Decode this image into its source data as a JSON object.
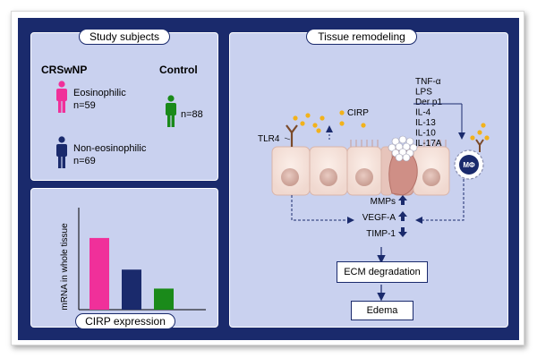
{
  "study_subjects": {
    "title": "Study subjects",
    "group_label": "CRSwNP",
    "control_label": "Control",
    "eosinophilic": {
      "label": "Eosinophilic",
      "n": "n=59",
      "color": "#f0309a"
    },
    "non_eosinophilic": {
      "label": "Non-eosinophilic",
      "n": "n=69",
      "color": "#1a2a6c"
    },
    "control": {
      "n": "n=88",
      "color": "#1a8a1a"
    }
  },
  "cirp_expression": {
    "title": "CIRP expression",
    "ylabel": "mRNA in whole tissue"
  },
  "tissue_remodeling": {
    "title": "Tissue remodeling",
    "cirp_label": "CIRP",
    "tlr4_label": "TLR4",
    "macrophage_label": "MΦ",
    "stimuli": [
      "TNF-α",
      "LPS",
      "Der p1",
      "IL-4",
      "IL-13",
      "IL-10",
      "IL-17A"
    ],
    "markers": [
      {
        "label": "MMPs",
        "direction": "up"
      },
      {
        "label": "VEGF-A",
        "direction": "up"
      },
      {
        "label": "TIMP-1",
        "direction": "down"
      }
    ],
    "ecm_label": "ECM degradation",
    "edema_label": "Edema"
  },
  "chart_data": {
    "type": "bar",
    "categories": [
      "",
      "",
      ""
    ],
    "ylabel": "mRNA in whole tissue",
    "values": [
      3.4,
      1.9,
      1.0
    ],
    "colors": [
      "#f0309a",
      "#1a2a6c",
      "#1a8a1a"
    ],
    "ylim": [
      0,
      4.5
    ]
  }
}
